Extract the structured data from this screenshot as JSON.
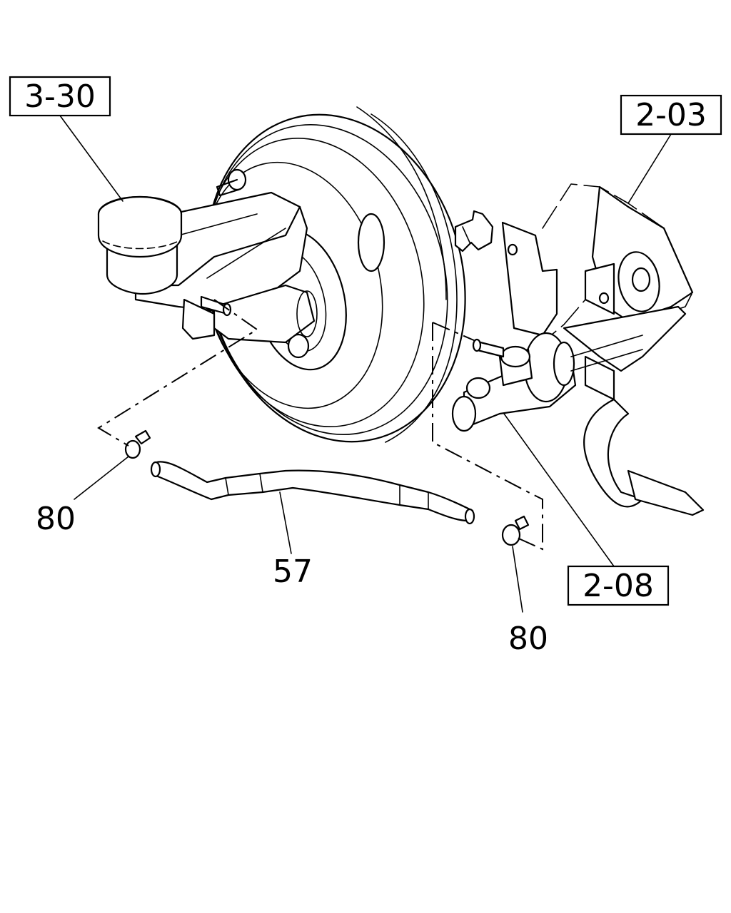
{
  "callouts": {
    "ref_master_cylinder": "3-30",
    "ref_pedal_bracket": "2-03",
    "ref_clutch_master_cylinder": "2-08",
    "clamp_left": "80",
    "hose": "57",
    "clamp_right": "80"
  },
  "colors": {
    "line": "#000000",
    "background": "#ffffff"
  }
}
